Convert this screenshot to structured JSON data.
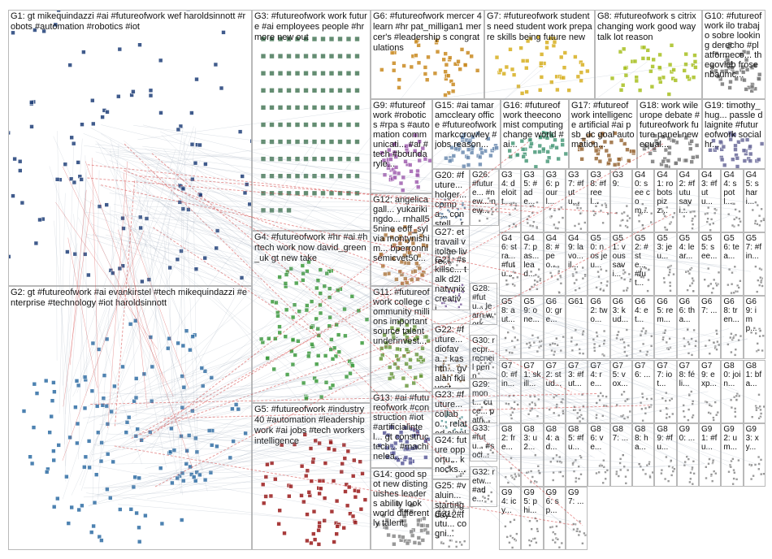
{
  "groups": [
    {
      "id": "G1",
      "label": "G1: gt mikequindazzi #ai #futureofwork wef haroldsinnott #robots #automation #robotics #iot",
      "color": "#1f3f78",
      "style": "ring"
    },
    {
      "id": "G2",
      "label": "G2: gt #futureofwork #ai evankirstel #tech mikequindazzi #enterprise #technology #iot haroldsinnott",
      "color": "#2e6da4",
      "style": "cloud"
    },
    {
      "id": "G3",
      "label": "G3: #futureofwork work future #ai employees people #hr more new out",
      "color": "#4a7a5a",
      "style": "grid"
    },
    {
      "id": "G4",
      "label": "G4: #futureofwork #hr #ai #hrtech work now david_green_uk gt new take",
      "color": "#3a9a3a",
      "style": "cloud"
    },
    {
      "id": "G5",
      "label": "G5: #futureofwork #industry40 #automation #leadership work #ai jobs #tech workers intelligence",
      "color": "#9a1a1a",
      "style": "cloud"
    },
    {
      "id": "G6",
      "label": "G6: #futureofwork mercer 4 learn #hr pat_milligan1 mercer's #leadership s congratulations",
      "color": "#c98a20",
      "style": "cloud"
    },
    {
      "id": "G7",
      "label": "G7: #futureofwork students need student work prepare skills being future new",
      "color": "#d8b020",
      "style": "cloud"
    },
    {
      "id": "G8",
      "label": "G8: #futureofwork s citrix changing work good way talk lot reason",
      "color": "#a8c020",
      "style": "cloud"
    },
    {
      "id": "G9",
      "label": "G9: #futureofwork #robotics #rpa s #automation communicati... #ai #tech #boundaryle...",
      "color": "#a05fb0",
      "style": "cloud"
    },
    {
      "id": "G10",
      "label": "G10: #futureofwork ilo trabajo sobre looking derecho #platformeco... thegovlab frosenbaumc...",
      "color": "#777777",
      "style": "cloud"
    },
    {
      "id": "G11",
      "label": "G11: #futureofwork college community millions important source talent underinvest...",
      "color": "#6a9a3a",
      "style": "cloud"
    },
    {
      "id": "G12",
      "label": "G12: angelicagall... yukarikingdo... rnhall55nine eoff_sylvia montynishim... bperronni semicvet50...",
      "color": "#b07a40",
      "style": "cloud"
    },
    {
      "id": "G13",
      "label": "G13: #ai #futureofwork #construction #iot #artificialintel... gt constructech... #machinelea...",
      "color": "#5a5a9a",
      "style": "cloud"
    },
    {
      "id": "G14",
      "label": "G14: good spot new distinguishes leaders ability look world differently talent",
      "color": "#888888",
      "style": "cloud"
    },
    {
      "id": "G15",
      "label": "G15: #ai tamaramccleary office #futureofwork markccrowley #jobs reason...",
      "color": "#6a8ab0",
      "style": "cloud"
    },
    {
      "id": "G16",
      "label": "G16: #futureofwork theeconomist computing change world #ai...",
      "color": "#4a9a7a",
      "style": "cloud"
    },
    {
      "id": "G17",
      "label": "G17: #futureofwork intelligence artificial #ai psb_dc goal automation...",
      "color": "#9a6a3a",
      "style": "cloud"
    },
    {
      "id": "G18",
      "label": "G18: work wileurope debate #futureofwork future panel new equal...",
      "color": "#7a7a7a",
      "style": "cloud"
    },
    {
      "id": "G19",
      "label": "G19: timothy_hug... passle dlaignite #futureofwork social hr...",
      "color": "#6a6a9a",
      "style": "cloud"
    },
    {
      "id": "G20",
      "label": "G20: #future... holger... compa... constell... research #cio...",
      "color": "#5a7a9a",
      "style": "cloud"
    },
    {
      "id": "G21",
      "label": "G21: #skillsc... talk d2l natwnix creativi...",
      "color": "#7a5a9a",
      "style": "cloud"
    },
    {
      "id": "G22",
      "label": "G22: #future... diofava... kashth... gvalah fklivest...",
      "color": "#9a7a5a",
      "style": "cloud"
    },
    {
      "id": "G23",
      "label": "G23: #future... collabo... related alanlep...",
      "color": "#5a9a9a",
      "style": "cloud"
    },
    {
      "id": "G24",
      "label": "G24: future opportu... knocks...",
      "color": "#888888",
      "style": "cloud"
    },
    {
      "id": "G25",
      "label": "G25: #valuin... starting day 2...",
      "color": "#888888",
      "style": "cloud"
    },
    {
      "id": "G26",
      "label": "G26: #future... #new... new...",
      "color": "#888888",
      "style": "cloud"
    },
    {
      "id": "G27",
      "label": "G27: et travail vitolae livre...",
      "color": "#888888",
      "style": "cloud"
    },
    {
      "id": "G28",
      "label": "G28: #futu... learn work...",
      "color": "#888888",
      "style": "cloud"
    },
    {
      "id": "G29",
      "label": "G29: mont... cuce... patri...",
      "color": "#888888",
      "style": "cloud"
    },
    {
      "id": "G30",
      "label": "G30: recpr... recneil penn...",
      "color": "#888888",
      "style": "cloud"
    },
    {
      "id": "G31",
      "label": "G31: #futu... cogni...",
      "color": "#888888",
      "style": "cloud"
    },
    {
      "id": "G32",
      "label": "G32: retw... #ade...",
      "color": "#888888",
      "style": "cloud"
    },
    {
      "id": "G33",
      "label": "G33: #futu... #soci...",
      "color": "#888888",
      "style": "cloud"
    },
    {
      "id": "G34",
      "label": "G34: deloitt...",
      "color": "#888888",
      "style": "cloud"
    },
    {
      "id": "G35",
      "label": "G35: #ade...",
      "color": "#888888",
      "style": "cloud"
    },
    {
      "id": "G36",
      "label": "G36: pour l...",
      "color": "#888888",
      "style": "cloud"
    },
    {
      "id": "G37",
      "label": "G37: #futu...",
      "color": "#888888",
      "style": "cloud"
    },
    {
      "id": "G38",
      "label": "G38: #freel...",
      "color": "#888888",
      "style": "cloud"
    },
    {
      "id": "G39",
      "label": "G39:",
      "color": "#888888",
      "style": "cloud"
    },
    {
      "id": "G40",
      "label": "G40: see com...",
      "color": "#888888",
      "style": "cloud"
    },
    {
      "id": "G41",
      "label": "G41: robots pizz...",
      "color": "#888888",
      "style": "cloud"
    },
    {
      "id": "G42",
      "label": "G42: #futu savi...",
      "color": "#888888",
      "style": "cloud"
    },
    {
      "id": "G43",
      "label": "G43: #futu...",
      "color": "#888888",
      "style": "cloud"
    },
    {
      "id": "G44",
      "label": "G44: spotl...",
      "color": "#888888",
      "style": "cloud"
    },
    {
      "id": "G45",
      "label": "G45: shari...",
      "color": "#888888",
      "style": "cloud"
    },
    {
      "id": "G46",
      "label": "G46: stra... #futu...",
      "color": "#888888",
      "style": "cloud"
    },
    {
      "id": "G47",
      "label": "G47: pas... lead...",
      "color": "#888888",
      "style": "cloud"
    },
    {
      "id": "G48",
      "label": "G48: #peo...",
      "color": "#888888",
      "style": "cloud"
    },
    {
      "id": "G49",
      "label": "G49: lavo... il...",
      "color": "#888888",
      "style": "cloud"
    },
    {
      "id": "G50",
      "label": "G50: nos jeu...",
      "color": "#888888",
      "style": "cloud"
    },
    {
      "id": "G51",
      "label": "G51: vous savi...",
      "color": "#888888",
      "style": "cloud"
    },
    {
      "id": "G52",
      "label": "G52: #ste... #fut...",
      "color": "#888888",
      "style": "cloud"
    },
    {
      "id": "G53",
      "label": "G53: jeu...",
      "color": "#888888",
      "style": "cloud"
    },
    {
      "id": "G54",
      "label": "G54: lear...",
      "color": "#888888",
      "style": "cloud"
    },
    {
      "id": "G55",
      "label": "G55: see...",
      "color": "#888888",
      "style": "cloud"
    },
    {
      "id": "G56",
      "label": "G56: tea...",
      "color": "#888888",
      "style": "cloud"
    },
    {
      "id": "G57",
      "label": "G57: #fin...",
      "color": "#888888",
      "style": "cloud"
    },
    {
      "id": "G58",
      "label": "G58: aut...",
      "color": "#888888",
      "style": "cloud"
    },
    {
      "id": "G59",
      "label": "G59: one...",
      "color": "#888888",
      "style": "cloud"
    },
    {
      "id": "G60",
      "label": "G60: gre...",
      "color": "#888888",
      "style": "cloud"
    },
    {
      "id": "G61",
      "label": "G61",
      "color": "#888888",
      "style": "cloud"
    },
    {
      "id": "G62",
      "label": "G62: two...",
      "color": "#888888",
      "style": "cloud"
    },
    {
      "id": "G63",
      "label": "G63: kud...",
      "color": "#888888",
      "style": "cloud"
    },
    {
      "id": "G64",
      "label": "G64: et...",
      "color": "#888888",
      "style": "cloud"
    },
    {
      "id": "G65",
      "label": "G65: rem...",
      "color": "#888888",
      "style": "cloud"
    },
    {
      "id": "G66",
      "label": "G66: tha...",
      "color": "#888888",
      "style": "cloud"
    },
    {
      "id": "G67",
      "label": "G67: ...",
      "color": "#888888",
      "style": "cloud"
    },
    {
      "id": "G68",
      "label": "G68: tren...",
      "color": "#888888",
      "style": "cloud"
    },
    {
      "id": "G69",
      "label": "G69: imp...",
      "color": "#888888",
      "style": "cloud"
    },
    {
      "id": "G70",
      "label": "G70: #fin...",
      "color": "#888888",
      "style": "cloud"
    },
    {
      "id": "G71",
      "label": "G71: skill...",
      "color": "#888888",
      "style": "cloud"
    },
    {
      "id": "G72",
      "label": "G72: stud...",
      "color": "#888888",
      "style": "cloud"
    },
    {
      "id": "G73",
      "label": "G73: #fut...",
      "color": "#888888",
      "style": "cloud"
    },
    {
      "id": "G74",
      "label": "G74: re...",
      "color": "#888888",
      "style": "cloud"
    },
    {
      "id": "G75",
      "label": "G75: vox...",
      "color": "#888888",
      "style": "cloud"
    },
    {
      "id": "G76",
      "label": "G76: ...",
      "color": "#888888",
      "style": "cloud"
    },
    {
      "id": "G77",
      "label": "G77: iot...",
      "color": "#888888",
      "style": "cloud"
    },
    {
      "id": "G78",
      "label": "G78: féli...",
      "color": "#888888",
      "style": "cloud"
    },
    {
      "id": "G79",
      "label": "G79: exp...",
      "color": "#888888",
      "style": "cloud"
    },
    {
      "id": "G80",
      "label": "G80: join...",
      "color": "#888888",
      "style": "cloud"
    },
    {
      "id": "G81",
      "label": "G81: bfa...",
      "color": "#888888",
      "style": "cloud"
    },
    {
      "id": "G82",
      "label": "G82: fre...",
      "color": "#888888",
      "style": "cloud"
    },
    {
      "id": "G83",
      "label": "G83: u 2...",
      "color": "#888888",
      "style": "cloud"
    },
    {
      "id": "G84",
      "label": "G84: ad...",
      "color": "#888888",
      "style": "cloud"
    },
    {
      "id": "G85",
      "label": "G85: #fu...",
      "color": "#888888",
      "style": "cloud"
    },
    {
      "id": "G86",
      "label": "G86: ve...",
      "color": "#888888",
      "style": "cloud"
    },
    {
      "id": "G87",
      "label": "G87: ...",
      "color": "#888888",
      "style": "cloud"
    },
    {
      "id": "G88",
      "label": "G88: ha...",
      "color": "#888888",
      "style": "cloud"
    },
    {
      "id": "G89",
      "label": "G89: #fu...",
      "color": "#888888",
      "style": "cloud"
    },
    {
      "id": "G90",
      "label": "G90: ...",
      "color": "#888888",
      "style": "cloud"
    },
    {
      "id": "G91",
      "label": "G91: #fu...",
      "color": "#888888",
      "style": "cloud"
    },
    {
      "id": "G92",
      "label": "G92: um...",
      "color": "#888888",
      "style": "cloud"
    },
    {
      "id": "G93",
      "label": "G93: xy...",
      "color": "#888888",
      "style": "cloud"
    },
    {
      "id": "G94",
      "label": "G94: icy...",
      "color": "#888888",
      "style": "cloud"
    },
    {
      "id": "G95",
      "label": "G95: phi...",
      "color": "#888888",
      "style": "cloud"
    },
    {
      "id": "G96",
      "label": "G96: sp...",
      "color": "#888888",
      "style": "cloud"
    },
    {
      "id": "G97",
      "label": "G97: ...",
      "color": "#888888",
      "style": "cloud"
    }
  ],
  "edge_colors": {
    "normal": "#9aa7b8",
    "highlight": "#d23a3a"
  }
}
